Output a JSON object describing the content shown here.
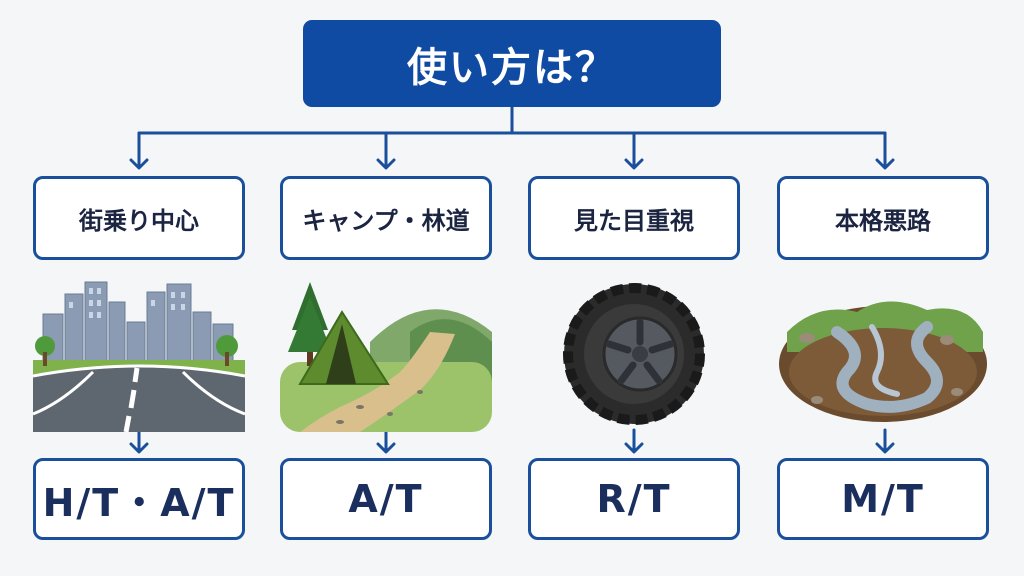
{
  "title": "使い方は？",
  "usages": [
    {
      "label": "街乗り中心",
      "tire": "H/T・A/T",
      "illustration_icon": "city-road-icon"
    },
    {
      "label": "キャンプ・林道",
      "tire": "A/T",
      "illustration_icon": "camp-trail-icon"
    },
    {
      "label": "見た目重視",
      "tire": "R/T",
      "illustration_icon": "rugged-tire-icon"
    },
    {
      "label": "本格悪路",
      "tire": "M/T",
      "illustration_icon": "muddy-track-icon"
    }
  ],
  "colors": {
    "primary": "#0f4aa3",
    "border": "#1a4f9c",
    "background": "#f4f6f8",
    "text": "#1b2440"
  }
}
